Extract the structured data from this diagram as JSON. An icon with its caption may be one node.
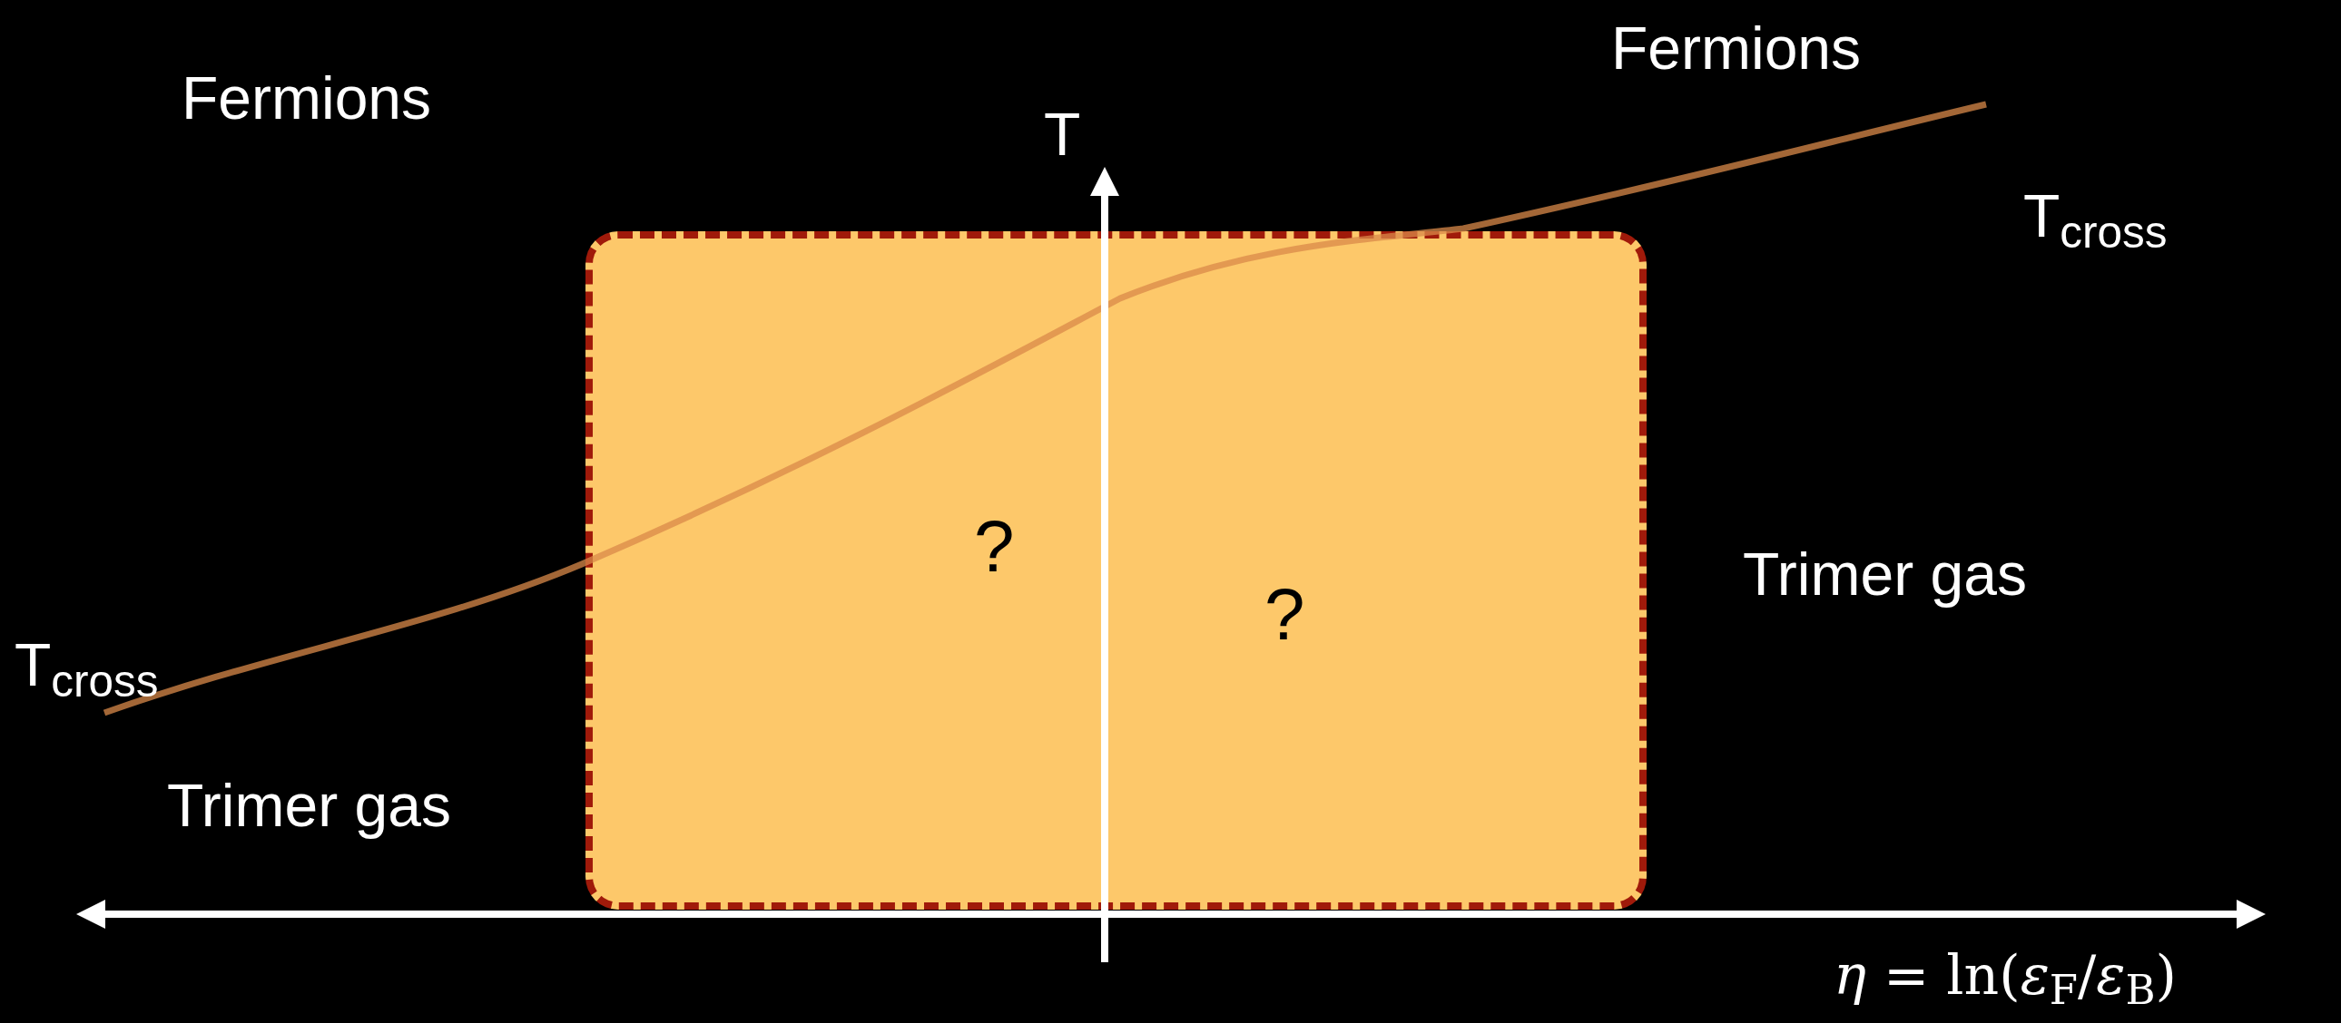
{
  "diagram": {
    "nodes": [
      {
        "text": [
          "?",
          "?"
        ]
      }
    ],
    "edges": [],
    "labels": [
      "Fermions",
      "Fermions",
      "T",
      "T$_{cross}$",
      "Trimer gas",
      "T$_{cross}$",
      "Trimer gas",
      "*η* = ln(*ε*$_{F}$/*ε*$_{B}$)"
    ]
  }
}
